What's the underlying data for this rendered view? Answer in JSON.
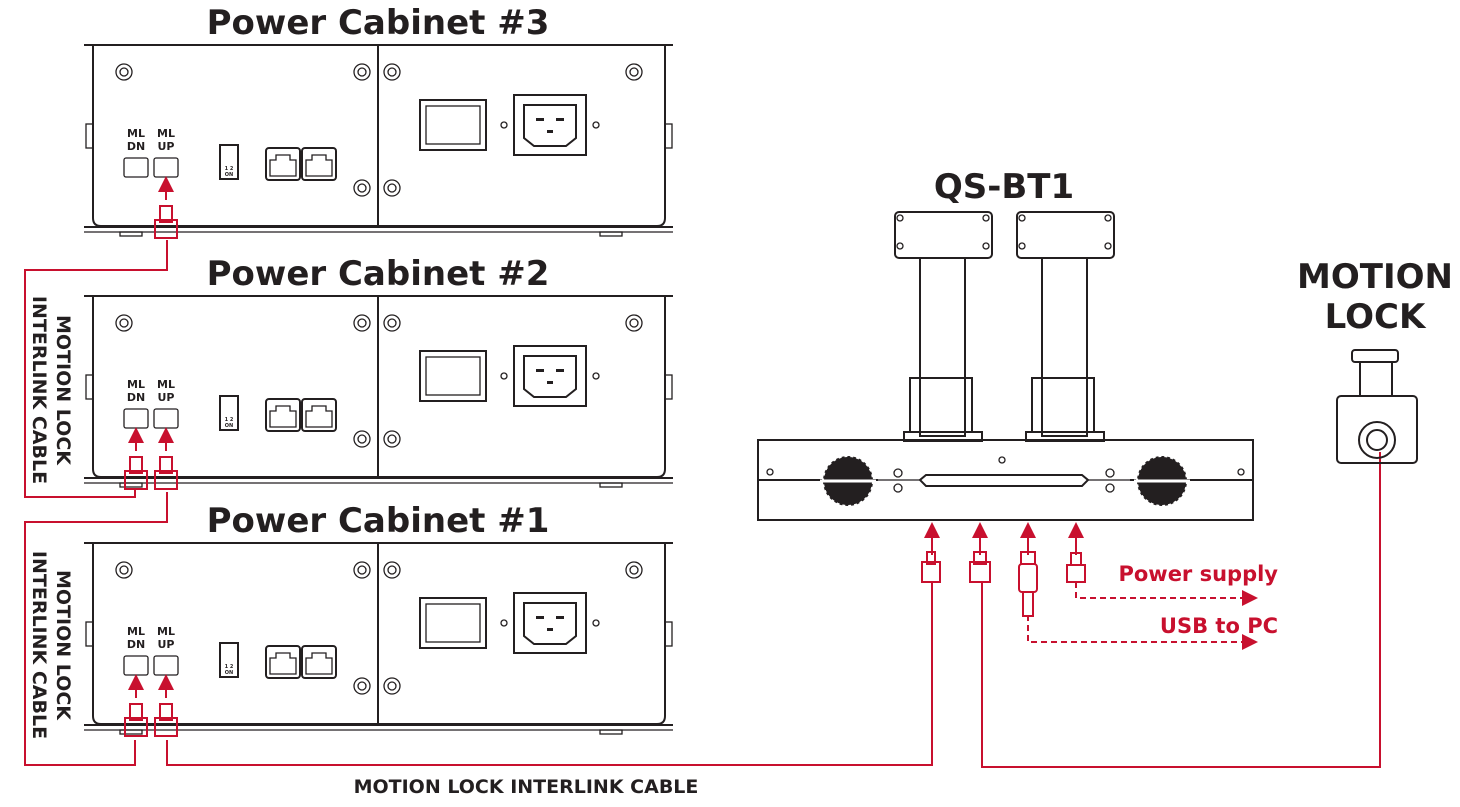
{
  "colors": {
    "accent": "#c8102e",
    "line": "#231f20"
  },
  "cabinets": [
    {
      "title": "Power Cabinet #3",
      "port_dn": [
        "ML",
        "DN"
      ],
      "port_up": [
        "ML",
        "UP"
      ],
      "dip": [
        "1 2",
        "ON"
      ]
    },
    {
      "title": "Power Cabinet #2",
      "port_dn": [
        "ML",
        "DN"
      ],
      "port_up": [
        "ML",
        "UP"
      ],
      "dip": [
        "1 2",
        "ON"
      ]
    },
    {
      "title": "Power Cabinet #1",
      "port_dn": [
        "ML",
        "DN"
      ],
      "port_up": [
        "ML",
        "UP"
      ],
      "dip": [
        "1 2",
        "ON"
      ]
    }
  ],
  "cable_labels": {
    "upper": [
      "MOTION LOCK",
      "INTERLINK CABLE"
    ],
    "lower": [
      "MOTION LOCK",
      "INTERLINK CABLE"
    ],
    "bottom": "MOTION LOCK INTERLINK CABLE"
  },
  "device": {
    "title": "QS-BT1"
  },
  "motion_lock": {
    "title": [
      "MOTION",
      "LOCK"
    ]
  },
  "outputs": {
    "power": "Power supply",
    "usb": "USB to PC"
  }
}
